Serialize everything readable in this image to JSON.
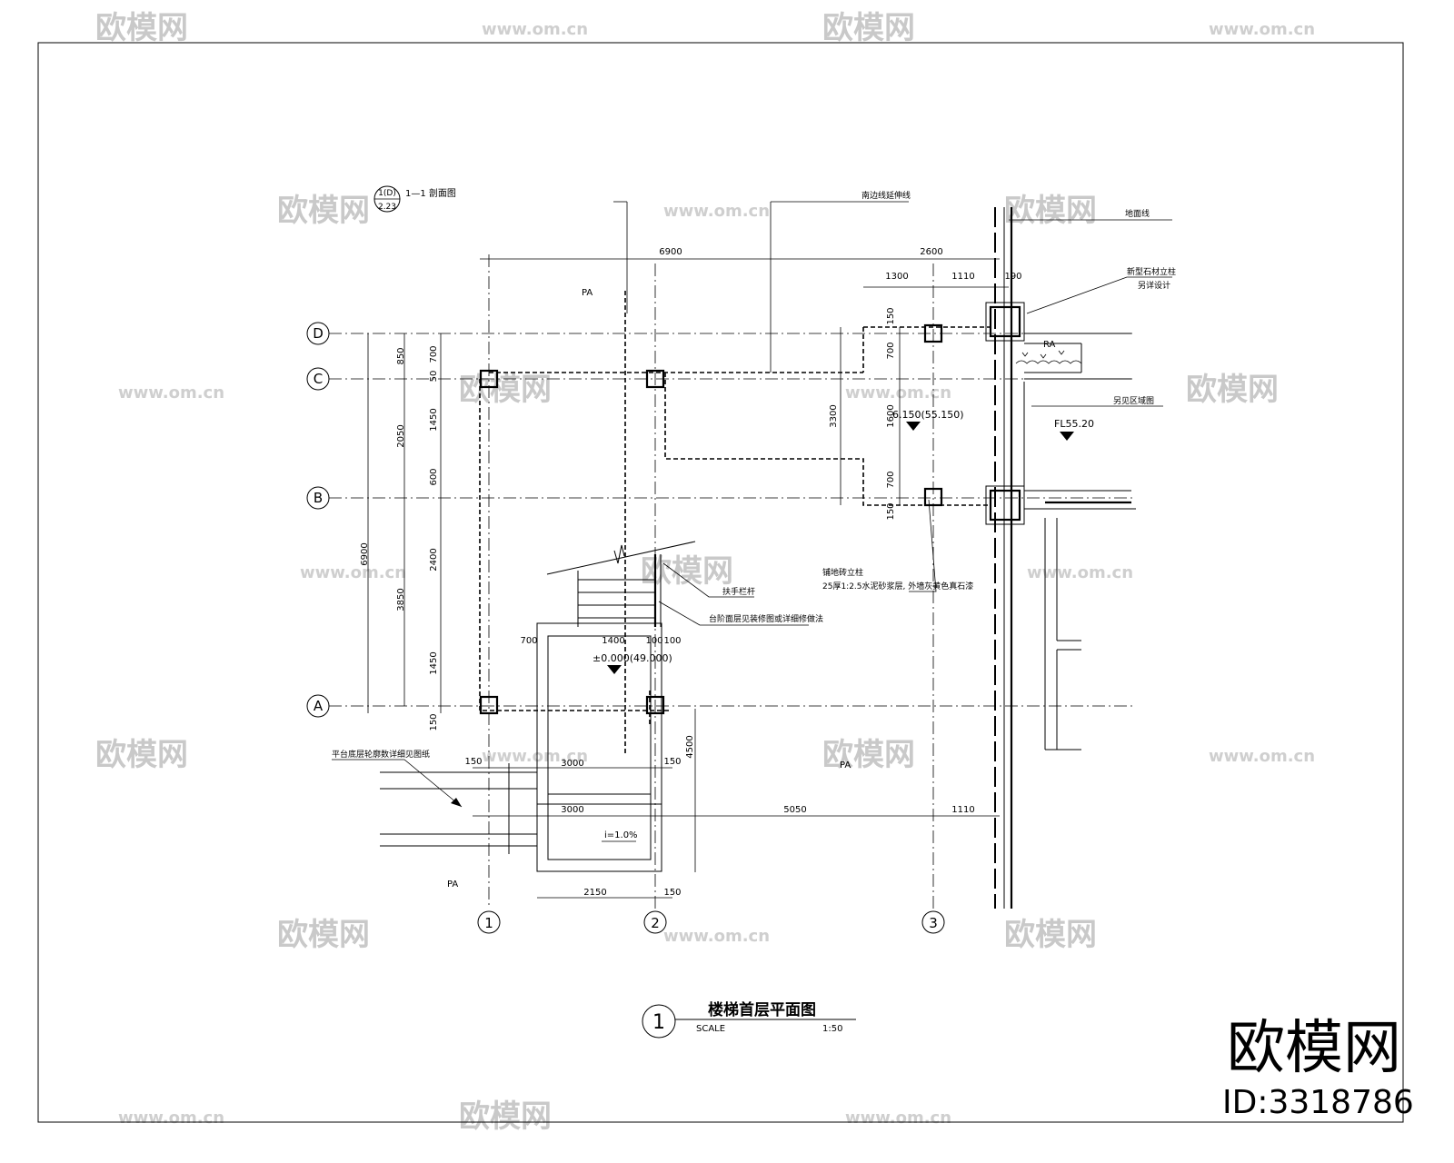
{
  "drawing": {
    "title": "楼梯首层平面图",
    "detail_number": "1",
    "scale_label": "SCALE",
    "scale_value": "1:50",
    "section_ref_top": "1(D)",
    "section_ref_bottom": "2.23",
    "section_label": "1—1 剖面图"
  },
  "grid_axes": {
    "rows": [
      "D",
      "C",
      "B",
      "A"
    ],
    "columns": [
      "1",
      "2",
      "3"
    ]
  },
  "dimensions": {
    "top_total": "6900",
    "top_right": "2600",
    "top_sub": [
      "1300",
      "1110",
      "190"
    ],
    "left_outer": [
      "850",
      "2050",
      "3850"
    ],
    "left_total": "6900",
    "left_inner": [
      "700",
      "50",
      "1450",
      "600",
      "2400",
      "1450",
      "150"
    ],
    "mid_vertical": [
      "3300",
      "150",
      "700",
      "1600",
      "700",
      "150"
    ],
    "landing": [
      "700",
      "1400",
      "100",
      "100"
    ],
    "lower": [
      "150",
      "3000",
      "150",
      "4500",
      "3000",
      "5050",
      "1110",
      "2150",
      "150"
    ]
  },
  "levels": {
    "ground": "±0.000(49.000)",
    "upper": "6.150(55.150)",
    "right_floor": "FL55.20",
    "slope": "i=1.0%"
  },
  "area_labels": [
    "PA",
    "PA",
    "PA",
    "RA"
  ],
  "notes": {
    "top_edge": "南边线延伸线",
    "right_top": "地面线",
    "right_col_1": "新型石材立柱",
    "right_col_2": "另详设计",
    "right_floor_note": "另见区域图",
    "handrail": "扶手栏杆",
    "paving_1": "铺地砖立柱",
    "paving_2": "25厚1:2.5水泥砂浆层, 外墙灰黄色真石漆",
    "stair_note": "台阶面层见装修图或详细修做法",
    "platform_note": "平台底层轮廓数详细见图纸"
  },
  "watermark": {
    "brand": "欧模网",
    "url": "www.om.cn",
    "id_text": "ID:3318786"
  }
}
